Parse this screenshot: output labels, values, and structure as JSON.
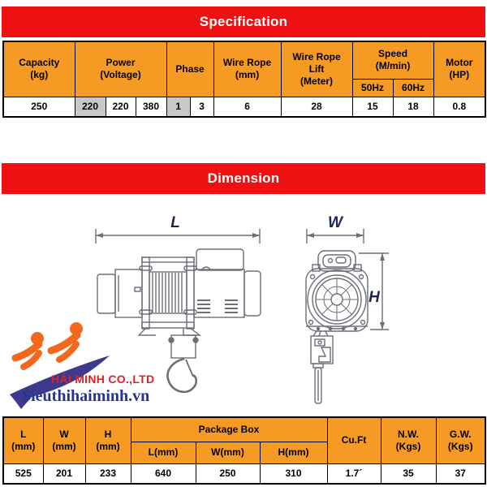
{
  "colors": {
    "banner_red": "#EF1111",
    "header_orange": "#F59A23",
    "highlight_gray": "#C8C8C8",
    "table_border": "#000000",
    "drawing_line": "#6A6F78",
    "dimension_label_navy": "#1B2655",
    "logo_orange": "#F4681E",
    "logo_swoosh_blue": "#3D3A8E",
    "logo_company_red": "#E31E24",
    "logo_website_blue": "#27348B"
  },
  "spec_section": {
    "title": "Specification",
    "table": {
      "headers": {
        "capacity": "Capacity\n(kg)",
        "power": "Power\n(Voltage)",
        "phase": "Phase",
        "wire_rope": "Wire Rope\n(mm)",
        "wire_rope_lift": "Wire Rope\nLift\n(Meter)",
        "speed": "Speed\n(M/min)",
        "speed_50hz": "50Hz",
        "speed_60hz": "60Hz",
        "motor": "Motor\n(HP)"
      },
      "row": {
        "capacity": "250",
        "voltage_1": "220",
        "voltage_2": "220",
        "voltage_3": "380",
        "phase_single": "1",
        "phase_three": "3",
        "wire_rope": "6",
        "wire_rope_lift": "28",
        "speed_50hz": "15",
        "speed_60hz": "18",
        "motor": "0.8"
      }
    }
  },
  "dimension_section": {
    "title": "Dimension",
    "labels": {
      "length": "L",
      "width": "W",
      "height": "H"
    }
  },
  "logo": {
    "company": "HẢI MINH CO.,LTD",
    "website": "Sieuthihaiminh.vn"
  },
  "package_section": {
    "table": {
      "headers": {
        "l": "L\n(mm)",
        "w": "W\n(mm)",
        "h": "H\n(mm)",
        "package_box": "Package Box",
        "pkg_l": "L(mm)",
        "pkg_w": "W(mm)",
        "pkg_h": "H(mm)",
        "cuft": "Cu.Ft",
        "nw": "N.W.\n(Kgs)",
        "gw": "G.W.\n(Kgs)"
      },
      "row": {
        "l": "525",
        "w": "201",
        "h": "233",
        "pkg_l": "640",
        "pkg_w": "250",
        "pkg_h": "310",
        "cuft": "1.7´",
        "nw": "35",
        "gw": "37"
      }
    }
  }
}
